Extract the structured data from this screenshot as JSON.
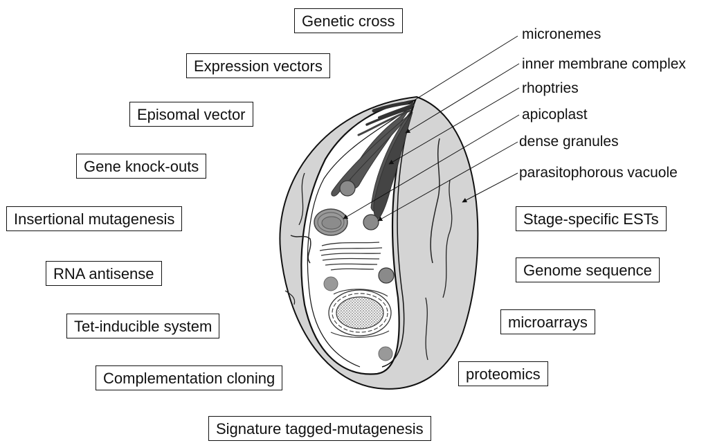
{
  "methods_boxes": [
    {
      "id": "genetic-cross",
      "text": "Genetic  cross"
    },
    {
      "id": "expression-vectors",
      "text": "Expression vectors"
    },
    {
      "id": "episomal-vector",
      "text": "Episomal vector"
    },
    {
      "id": "gene-knock-outs",
      "text": "Gene knock-outs"
    },
    {
      "id": "insertional-mutagenesis",
      "text": "Insertional mutagenesis"
    },
    {
      "id": "rna-antisense",
      "text": "RNA antisense"
    },
    {
      "id": "tet-inducible",
      "text": "Tet-inducible system"
    },
    {
      "id": "complementation-cloning",
      "text": "Complementation cloning"
    },
    {
      "id": "signature-tagged",
      "text": "Signature tagged-mutagenesis"
    }
  ],
  "genomics_boxes": [
    {
      "id": "stage-specific-ests",
      "text": "Stage-specific ESTs"
    },
    {
      "id": "genome-sequence",
      "text": "Genome sequence"
    },
    {
      "id": "microarrays",
      "text": "microarrays"
    },
    {
      "id": "proteomics",
      "text": "proteomics"
    }
  ],
  "organelle_labels": [
    {
      "id": "micronemes",
      "text": "micronemes"
    },
    {
      "id": "inner-membrane-complex",
      "text": "inner membrane complex"
    },
    {
      "id": "rhoptries",
      "text": "rhoptries"
    },
    {
      "id": "apicoplast",
      "text": "apicoplast"
    },
    {
      "id": "dense-granules",
      "text": "dense granules"
    },
    {
      "id": "parasitophorous-vacuole",
      "text": "parasitophorous vacuole"
    }
  ],
  "colors": {
    "vacuole_fill": "#d4d4d4",
    "organelle_dark": "#555555",
    "organelle_mid": "#8a8a8a",
    "outline": "#111111"
  }
}
